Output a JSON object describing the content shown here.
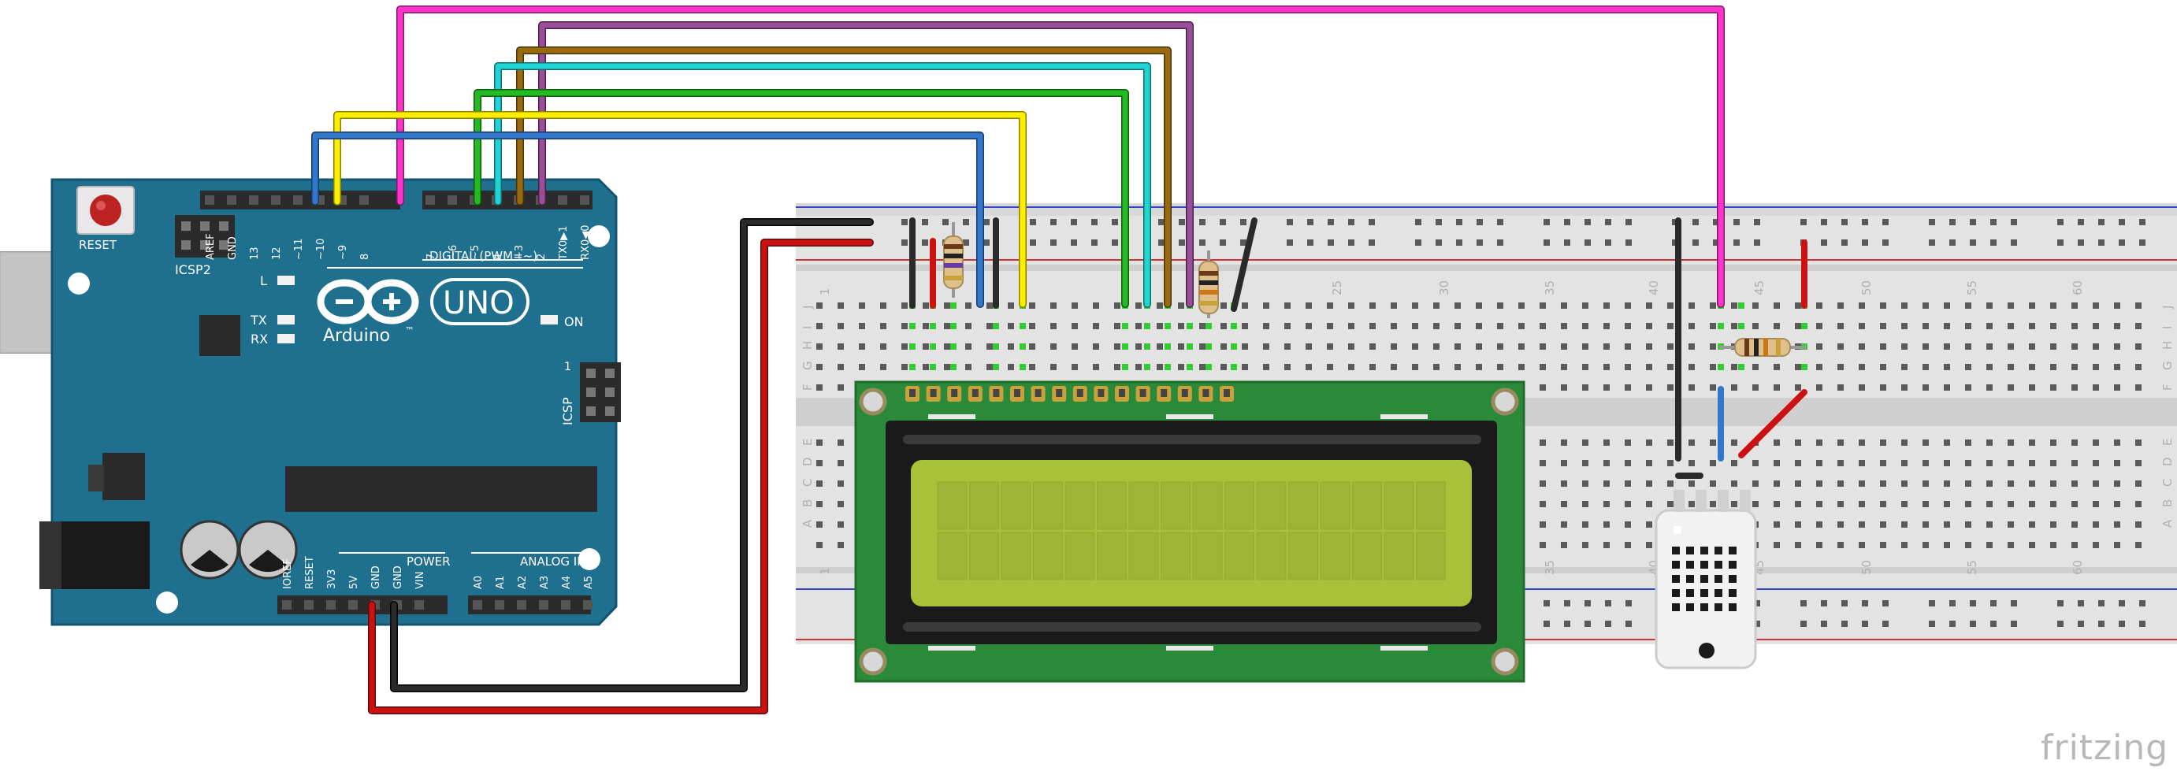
{
  "watermark": "fritzing",
  "arduino": {
    "reset": "RESET",
    "icsp2": "ICSP2",
    "icsp": "ICSP",
    "digital": "DIGITAL (PWM=~)",
    "brand": "Arduino",
    "tm": "™",
    "model": "UNO",
    "on": "ON",
    "l": "L",
    "tx": "TX",
    "rx": "RX",
    "power": "POWER",
    "analog": "ANALOG IN",
    "icsp_pin1": "1",
    "digital_pins": [
      "AREF",
      "GND",
      "13",
      "12",
      "~11",
      "~10",
      "~9",
      "8",
      "7",
      "~6",
      "~5",
      "4",
      "~3",
      "2",
      "TX0▶1",
      "RX0◀0"
    ],
    "power_pins": [
      "IOREF",
      "RESET",
      "3V3",
      "5V",
      "GND",
      "GND",
      "VIN"
    ],
    "analog_pins": [
      "A0",
      "A1",
      "A2",
      "A3",
      "A4",
      "A5"
    ]
  },
  "breadboard": {
    "top_numbers": [
      "1",
      "25",
      "30",
      "35",
      "40",
      "45",
      "50",
      "55",
      "60"
    ],
    "bottom_numbers": [
      "1",
      "35",
      "40",
      "45",
      "50",
      "55",
      "60"
    ],
    "left_rows_top": [
      "J",
      "I",
      "H",
      "G",
      "F"
    ],
    "left_rows_bottom": [
      "E",
      "D",
      "C",
      "B",
      "A"
    ],
    "right_rows_top": [
      "J",
      "I",
      "H",
      "G",
      "F"
    ],
    "right_rows_bottom": [
      "E",
      "D",
      "C",
      "B",
      "A"
    ]
  },
  "colors": {
    "board": "#1f6f8f",
    "board_dark": "#135570",
    "breadboard": "#dcdcdc",
    "lcd_pcb": "#2a8a3a",
    "lcd_screen": "#a7c23a",
    "wire_pink": "#ff33cc",
    "wire_purple": "#9b4f9b",
    "wire_brown": "#9a6a10",
    "wire_cyan": "#22d3d3",
    "wire_green": "#22bb22",
    "wire_yellow": "#ffee00",
    "wire_blue": "#3377cc",
    "wire_black": "#222222",
    "wire_red": "#cc1111"
  }
}
